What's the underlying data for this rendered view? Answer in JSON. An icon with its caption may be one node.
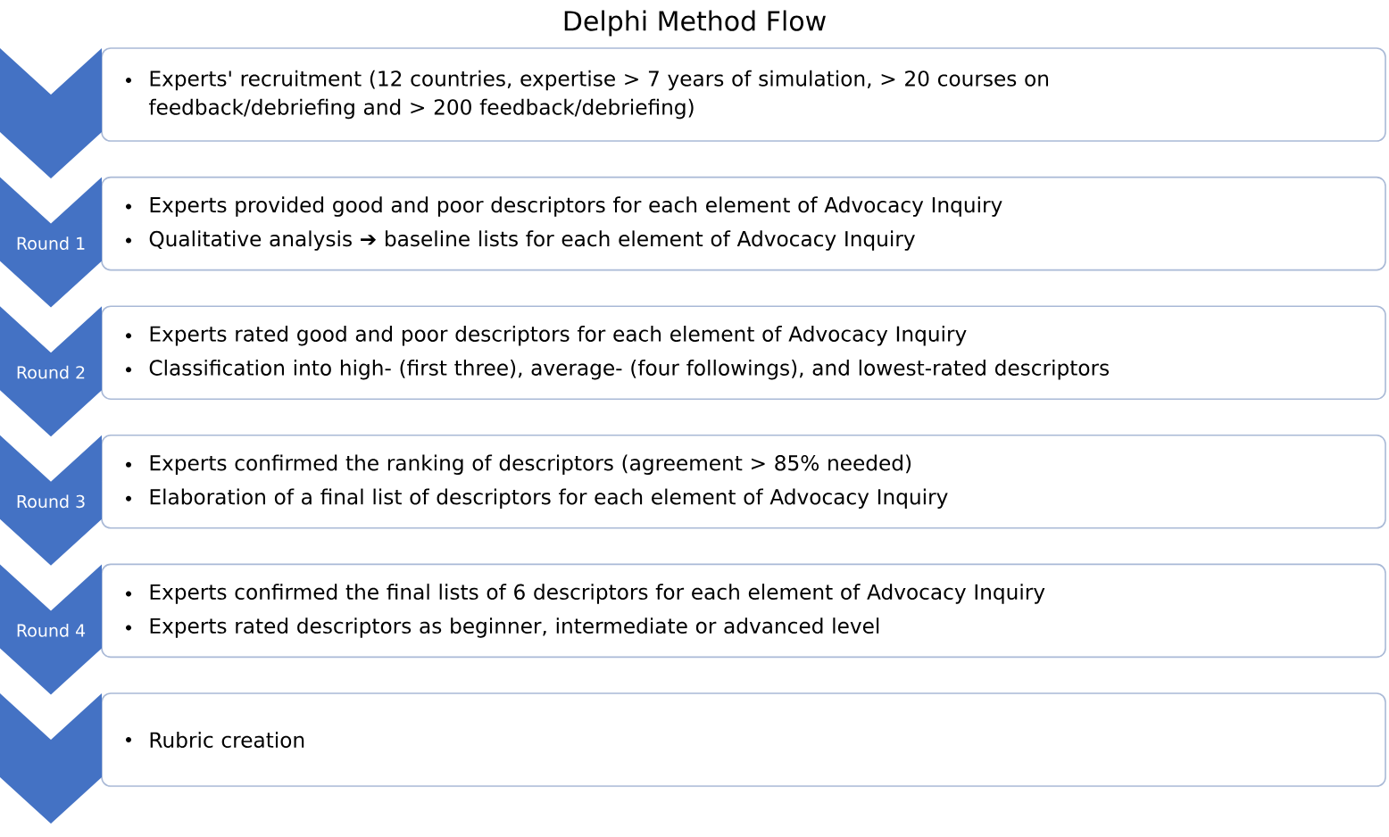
{
  "diagram": {
    "title": "Delphi Method Flow",
    "nodes": [
      {
        "text": [],
        "shape": "chevron"
      },
      {
        "text": [
          "Experts' recruitment (12 countries, expertise > 7 years of simulation, > 20 courses on feedback/debriefing and > 200 feedback/debriefing)"
        ]
      },
      {
        "text": [
          "Round 1"
        ]
      },
      {
        "text": [
          "Experts provided good and poor descriptors for each element of Advocacy Inquiry",
          "Qualitative analysis ➔ baseline lists for each element of Advocacy Inquiry"
        ]
      },
      {
        "text": [
          "Round 2"
        ]
      },
      {
        "text": [
          "Experts rated good and poor descriptors for each element of Advocacy Inquiry",
          "Classification into high- (first three), average- (four followings), and lowest-rated descriptors"
        ]
      },
      {
        "text": [
          "Round 3"
        ]
      },
      {
        "text": [
          "Experts confirmed the ranking of descriptors (agreement > 85% needed)",
          "Elaboration of a final list of descriptors for each element of Advocacy Inquiry"
        ]
      },
      {
        "text": [
          "Round 4"
        ]
      },
      {
        "text": [
          "Experts confirmed the final lists of 6 descriptors for each element of Advocacy Inquiry",
          "Experts rated descriptors as beginner, intermediate or advanced level"
        ]
      },
      {
        "text": [],
        "shape": "chevron"
      },
      {
        "text": [
          "Rubric creation"
        ]
      }
    ]
  }
}
